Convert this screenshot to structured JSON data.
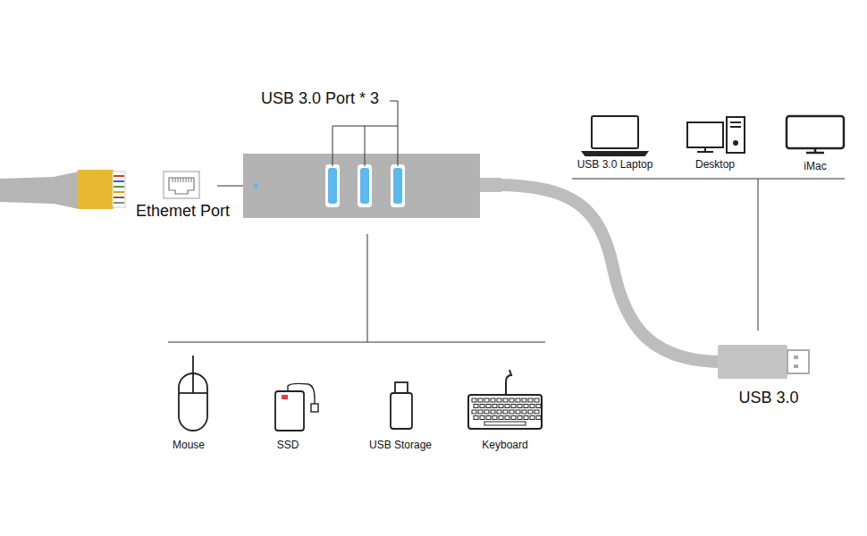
{
  "diagram": {
    "labels": [
      "USB 3.0 Port * 3",
      "Ethemet Port",
      "USB 3.0 Laptop",
      "Desktop",
      "iMac",
      "USB 3.0",
      "Mouse",
      "SSD",
      "USB Storage",
      "Keyboard"
    ]
  }
}
